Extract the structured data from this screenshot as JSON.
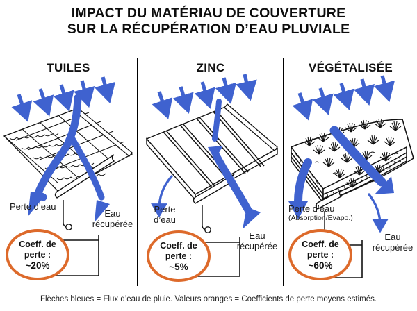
{
  "title": {
    "line1": "IMPACT DU MATÉRIAU DE COUVERTURE",
    "line2": "SUR LA RÉCUPÉRATION D’EAU PLUVIALE"
  },
  "footer": "Flèches bleues = Flux d’eau de pluie. Valeurs oranges = Coefficients de perte moyens estimés.",
  "colors": {
    "arrow_blue": "#3f62cf",
    "coef_orange": "#DD6A2B",
    "ink": "#111111",
    "background": "#ffffff"
  },
  "legend": {
    "blue_arrows_meaning": "Flux d’eau de pluie",
    "orange_values_meaning": "Coefficients de perte moyens estimés"
  },
  "panels": [
    {
      "id": "tuiles",
      "heading": "TUILES",
      "roof_icon": "clay-tile-roof-icon",
      "loss_label": "Perte d’eau",
      "loss_sublabel": "",
      "collected_label": "Eau\nrécupérée",
      "coefficient": {
        "line1": "Coeff. de",
        "line2": "perte :",
        "value": "~20%"
      }
    },
    {
      "id": "zinc",
      "heading": "ZINC",
      "roof_icon": "standing-seam-zinc-roof-icon",
      "loss_label": "Perte\nd’eau",
      "loss_sublabel": "",
      "collected_label": "Eau\nrécupérée",
      "coefficient": {
        "line1": "Coeff. de",
        "line2": "perte :",
        "value": "~5%"
      }
    },
    {
      "id": "vegetalisee",
      "heading": "VÉGÉTALISÉE",
      "roof_icon": "green-vegetated-roof-icon",
      "loss_label": "Perte d’eau",
      "loss_sublabel": "(Absorption/Evapo.)",
      "collected_label": "Eau\nrécupérée",
      "coefficient": {
        "line1": "Coeff. de",
        "line2": "perte :",
        "value": "~60%"
      }
    }
  ]
}
